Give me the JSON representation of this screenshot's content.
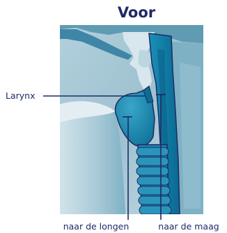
{
  "title": "Voor",
  "labels": {
    "larynx": "Larynx",
    "lungs": "naar de longen",
    "stomach": "naar de maag"
  },
  "colors": {
    "title_text": "#1f2a64",
    "label_text": "#1f2a64",
    "tissue_light": "#c6dbe3",
    "tissue_mid": "#9fc3d2",
    "tissue_deep": "#6fa7bd",
    "airway_light": "#d8e7ed",
    "esophagus": "#0f7ea6",
    "esophagus_dark": "#0a5f86",
    "trachea_ring": "#2a8fb2",
    "cartilage": "#1a86ad",
    "outline": "#1f2a64"
  }
}
